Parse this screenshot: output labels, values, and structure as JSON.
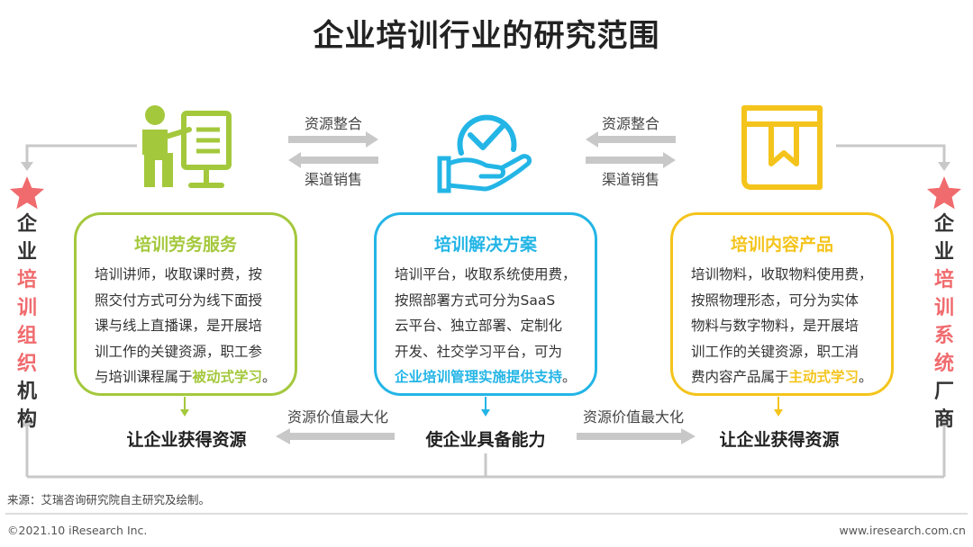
{
  "title": "企业培训行业的研究范围",
  "colors": {
    "green": "#a4c83c",
    "blue": "#23b5e6",
    "yellow": "#f4c41c",
    "red": "#f06b6e",
    "gray": "#c8c8c8",
    "dark": "#333333"
  },
  "flows": {
    "left_top": "资源整合",
    "left_bottom": "渠道销售",
    "right_top": "资源整合",
    "right_bottom": "渠道销售",
    "value_left": "资源价值最大化",
    "value_right": "资源价值最大化"
  },
  "side_left": {
    "chars": [
      {
        "c": "企",
        "accent": false
      },
      {
        "c": "业",
        "accent": false
      },
      {
        "c": "培",
        "accent": true
      },
      {
        "c": "训",
        "accent": true
      },
      {
        "c": "组",
        "accent": true
      },
      {
        "c": "织",
        "accent": true
      },
      {
        "c": "机",
        "accent": false
      },
      {
        "c": "构",
        "accent": false
      }
    ]
  },
  "side_right": {
    "chars": [
      {
        "c": "企",
        "accent": false
      },
      {
        "c": "业",
        "accent": false
      },
      {
        "c": "培",
        "accent": true
      },
      {
        "c": "训",
        "accent": true
      },
      {
        "c": "系",
        "accent": true
      },
      {
        "c": "统",
        "accent": true
      },
      {
        "c": "厂",
        "accent": false
      },
      {
        "c": "商",
        "accent": false
      }
    ]
  },
  "boxes": {
    "left": {
      "title": "培训劳务服务",
      "lines": [
        "培训讲师，收取课时费，按",
        "照交付方式可分为线下面授",
        "课与线上直播课，是开展培",
        "训工作的关键资源，职工参"
      ],
      "last_prefix": "与培训课程属于",
      "highlight": "被动式学习",
      "last_suffix": "。"
    },
    "center": {
      "title": "培训解决方案",
      "lines": [
        "培训平台，收取系统使用费，",
        "按照部署方式可分为SaaS",
        "云平台、独立部署、定制化",
        "开发、社交学习平台，可为"
      ],
      "last_prefix": "",
      "highlight": "企业培训管理实施提供支持",
      "last_suffix": "。"
    },
    "right": {
      "title": "培训内容产品",
      "lines": [
        "培训物料，收取物料使用费，",
        "按照物理形态，可分为实体",
        "物料与数字物料，是开展培",
        "训工作的关键资源，职工消"
      ],
      "last_prefix": "费内容产品属于",
      "highlight": "主动式学习",
      "last_suffix": "。"
    }
  },
  "bottom": {
    "left": "让企业获得资源",
    "center": "使企业具备能力",
    "right": "让企业获得资源"
  },
  "source": "来源：艾瑞咨询研究院自主研究及绘制。",
  "footer_left": "©2021.10 iResearch Inc.",
  "footer_right": "www.iresearch.com.cn"
}
